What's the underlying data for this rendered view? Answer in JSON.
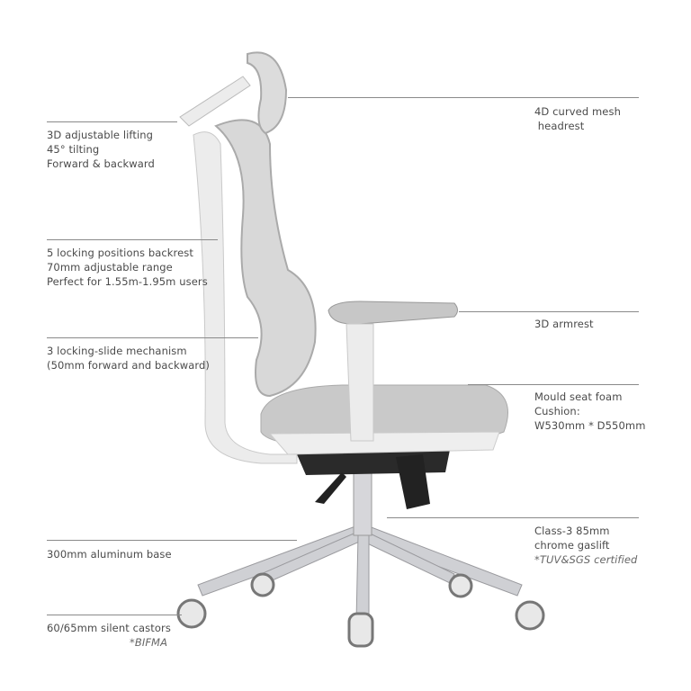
{
  "annotations": {
    "headrest_lift": [
      "3D adjustable lifting",
      "45° tilting",
      "Forward & backward"
    ],
    "backrest": [
      "5 locking positions backrest",
      "70mm adjustable range",
      "Perfect for 1.55m-1.95m users"
    ],
    "mechanism": [
      "3 locking-slide mechanism",
      "(50mm forward and backward)"
    ],
    "base": [
      "300mm aluminum base"
    ],
    "castors": [
      "60/65mm silent castors"
    ],
    "castors_note": "*BIFMA",
    "headrest": [
      "4D curved mesh",
      " headrest"
    ],
    "armrest": [
      "3D armrest"
    ],
    "seat": [
      "Mould seat foam",
      "Cushion:",
      "W530mm * D550mm"
    ],
    "gaslift": [
      "Class-3 85mm",
      "chrome gaslift"
    ],
    "gaslift_note": "*TUV&SGS certified"
  },
  "colors": {
    "frame": "#e9e9e9",
    "mesh": "#b8b8b8",
    "chrome": "#c8c8cc",
    "text": "#4a4a4a",
    "leader": "#8a8a8a"
  }
}
